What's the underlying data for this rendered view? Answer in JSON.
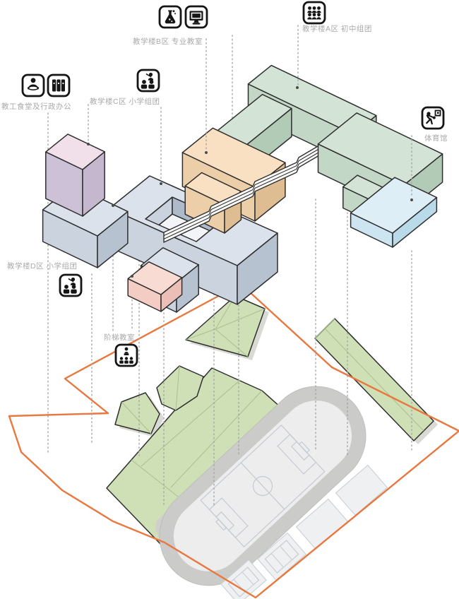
{
  "legend": [
    {
      "id": "canteen-admin",
      "label": "教工食堂及行政办公",
      "icons": [
        "chef-icon",
        "binders-icon"
      ]
    },
    {
      "id": "building-b",
      "label": "教学楼B区 专业教室",
      "icons": [
        "flask-icon",
        "monitor-icon"
      ]
    },
    {
      "id": "building-a",
      "label": "教学楼A区 初中组团",
      "icons": [
        "people-group-icon"
      ]
    },
    {
      "id": "building-c",
      "label": "教学楼C区 小学组团",
      "icons": [
        "teacher-students-icon"
      ]
    },
    {
      "id": "building-d",
      "label": "教学楼D区 小学组团",
      "icons": [
        "teacher-students-icon"
      ]
    },
    {
      "id": "gymnasium",
      "label": "体育馆",
      "icons": [
        "basketball-icon"
      ]
    },
    {
      "id": "lecture-hall",
      "label": "阶梯教室",
      "icons": [
        "lecturer-icon"
      ]
    }
  ],
  "colors": {
    "outline": "#2e2e2e",
    "leader": "#a5a5a5",
    "label_text": "#a9a9a9",
    "dot": "#4a4a4a",
    "icon_ink": "#151515",
    "purple_top": "#f1dfe9",
    "purple_left": "#cdc1d8",
    "purple_right": "#c5b8ce",
    "blue_top": "#dbe2eb",
    "blue_left": "#cbd3de",
    "blue_right": "#b6c2d0",
    "blue_inner_light": "#c9d2de",
    "blue_inner_dark": "#aebac9",
    "blue_floor": "#f2f4f7",
    "orange_top": "#f9e0c2",
    "orange_left": "#eccfa9",
    "orange_right": "#dfbd92",
    "pink_top": "#f8dbd3",
    "pink_left": "#f3ccc4",
    "pink_right": "#ecbfb6",
    "green_top": "#d3e3d6",
    "green_left": "#c3d7c7",
    "green_right": "#b1cbb7",
    "gym_top": "#ddeef7",
    "gym_left": "#cde5f0",
    "gym_right": "#b9dbe9",
    "walkway_fill": "#ffffff",
    "site_green": "#cfe0b6",
    "site_green_line": "#a9bf8e",
    "site_shadow": "#d9dad4",
    "track": "#cbcbc9",
    "field": "#ededee",
    "field_line": "#c3cad2",
    "court_fill": "#eef0f1",
    "court_line": "#c9cfd6",
    "path_gray": "#cfcfcc",
    "boundary": "#e87840"
  }
}
